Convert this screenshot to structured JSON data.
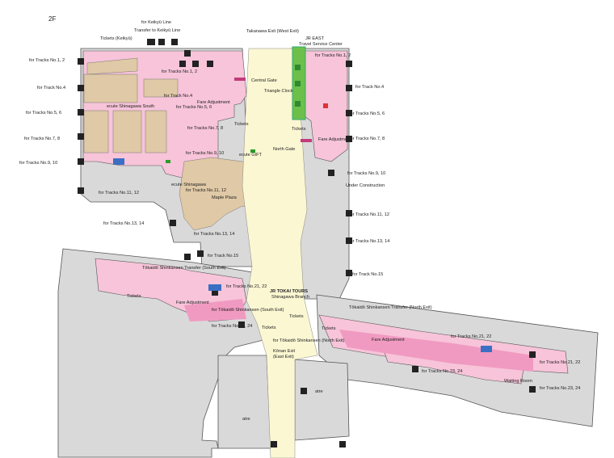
{
  "floor": "2F",
  "colors": {
    "concourse": "#d9d9d9",
    "gates_area": "#f7c4d9",
    "passage": "#fbf7d2",
    "shops": "#e0c9a6",
    "transfer": "#f19ac1",
    "green_window": "#6cc04a",
    "outline": "#555555"
  },
  "labels": {
    "keikyu_line": "for Keikyū Line",
    "transfer_keikyu": "Transfer to Keikyū Line",
    "tickets_keikyu": "Tickets (Keikyū)",
    "takanawa_exit": "Takanawa Exit (West Exit)",
    "jr_east_travel": "JR EAST",
    "travel_service": "Travel Service Center",
    "tracks_1_2_top": "for Tracks No.1, 2",
    "tracks_1_2_left": "for Tracks No.1, 2",
    "tracks_1_2_mid": "for Tracks No.1, 2",
    "track_4_left": "for Track No.4",
    "track_4_mid": "for Track No.4",
    "track_4_right": "for Track No.4",
    "tracks_5_6_left": "for Tracks No.5, 6",
    "tracks_5_6_mid": "for Tracks No.5, 6",
    "tracks_5_6_right": "for Tracks No.5, 6",
    "tracks_7_8_left": "for Tracks No.7, 8",
    "tracks_7_8_mid": "for Tracks No.7, 8",
    "tracks_7_8_right": "for Tracks No.7, 8",
    "tracks_9_10_left": "for Tracks No.9, 10",
    "tracks_9_10_mid": "for Tracks No.9, 10",
    "tracks_9_10_right": "for Tracks No.9, 10",
    "tracks_11_12_left": "for Tracks No.11, 12",
    "tracks_11_12_mid": "for Tracks No.11, 12",
    "tracks_11_12_right": "for Tracks No.11, 12",
    "tracks_13_14_left": "for Tracks No.13, 14",
    "tracks_13_14_mid": "for Tracks No.13, 14",
    "tracks_13_14_right": "for Tracks No.13, 14",
    "track_15_mid": "for Track No.15",
    "track_15_right": "for Track No.15",
    "ecute_south": "ecute Shinagawa South",
    "ecute_shinagawa": "ecute Shinagawa",
    "central_gate": "Central Gate",
    "triangle_clock": "Triangle Clock",
    "fare_adjustment_top": "Fare Adjustment",
    "fare_adjustment_right": "Fare Adjustment",
    "fare_adjustment_sw": "Fare Adjustment",
    "fare_adjustment_se": "Fare Adjustment",
    "tickets_top": "Tickets",
    "tickets_right": "Tickets",
    "tickets_sw": "Tickets",
    "tickets_s1": "Tickets",
    "tickets_s2": "Tickets",
    "tickets_s3": "Tickets",
    "north_gate": "North Gate",
    "ecute_gift": "ecute GIFT",
    "under_construction": "Under Construction",
    "maple_plaza": "Maple Plaza",
    "tokaido_transfer_south": "Tōkaidō Shinkansen Transfer (South Exit)",
    "tokaido_transfer_north": "Tōkaidō Shinkansen Transfer (North Exit)",
    "tokaido_south_exit": "for Tōkaidō Shinkansen (South Exit)",
    "tokaido_north_exit": "for Tōkaidō Shinkansen (North Exit)",
    "tracks_21_22_sw": "for Tracks No.21, 22",
    "tracks_21_22_e1": "for Tracks No.21, 22",
    "tracks_21_22_e2": "for Tracks No.21, 22",
    "tracks_23_24_sw": "for Tracks No.23, 24",
    "tracks_23_24_s": "for Tracks No.23, 24",
    "tracks_23_24_e": "for Tracks No.23, 24",
    "jr_tokai_tours": "JR TOKAI TOURS",
    "jr_tokai_branch": "Shinagawa Branch",
    "konan_exit": "Kōnan Exit",
    "konan_exit_sub": "(East Exit)",
    "waiting_room": "Waiting Room",
    "atre_1": "atre",
    "atre_2": "atre"
  }
}
